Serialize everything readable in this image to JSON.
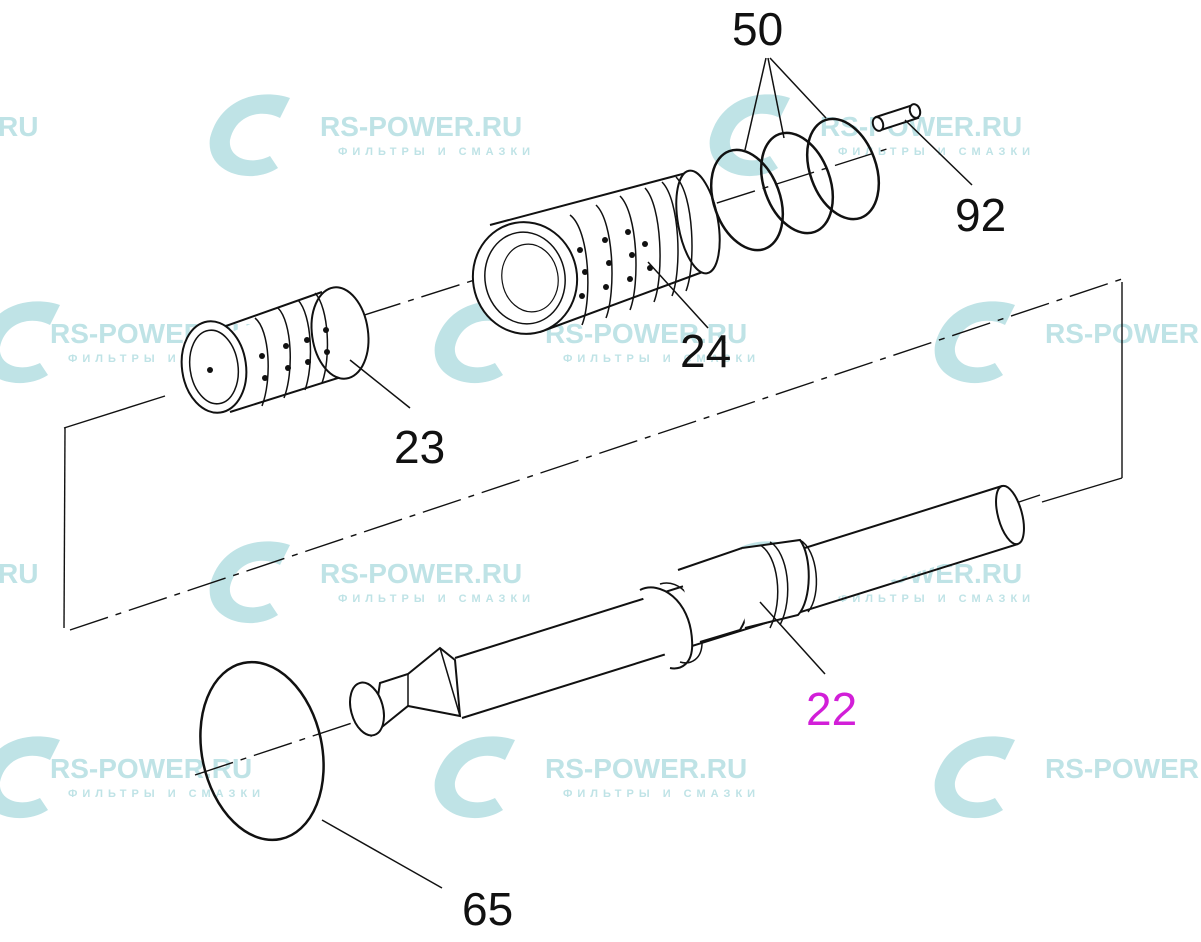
{
  "watermark": {
    "brand": "RS-POWER.RU",
    "tagline": "ФИЛЬТРЫ И СМАЗКИ",
    "brand_partial_left": "RU",
    "brand_partial_right": "RS-POWER",
    "color": "#bfe3e6"
  },
  "callouts": {
    "part_50": "50",
    "part_92": "92",
    "part_24": "24",
    "part_23": "23",
    "part_22": "22",
    "part_65": "65"
  },
  "colors": {
    "line": "#111111",
    "highlight": "#d21fd8"
  }
}
